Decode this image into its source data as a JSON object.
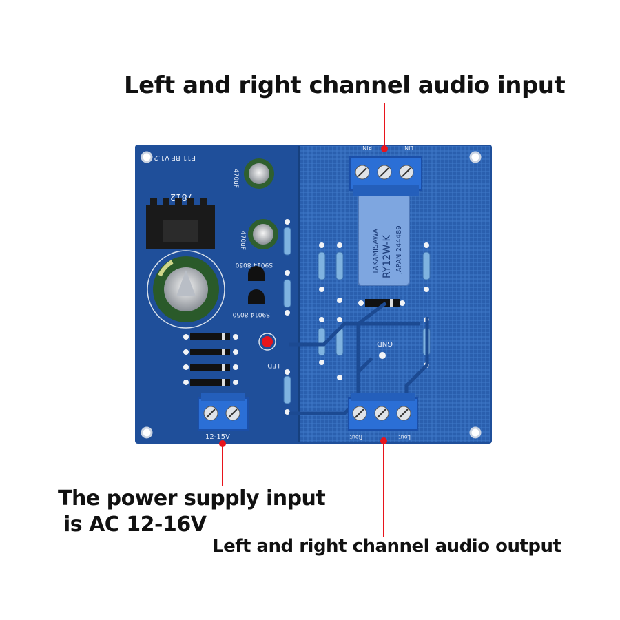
{
  "callouts": {
    "input": "Left and right channel audio input",
    "power_line1": "The power supply input",
    "power_line2": "is AC 12-16V",
    "output": "Left and right channel audio output"
  },
  "silkscreen": {
    "version": "E11 BF V1.2",
    "regulator": "7812",
    "cap_small": "470uF",
    "cap_mid": "470uF",
    "transistor1": "S9014 8050",
    "transistor2": "S9014 8050",
    "led": "LED",
    "gnd": "GND",
    "power_label": "12-15V",
    "in_left": "LIN",
    "in_right": "RIN",
    "out_left": "Lout",
    "out_right": "Rout",
    "relay_brand": "TAKAMISAWA",
    "relay_model": "RY12W-K",
    "relay_origin": "JAPAN 244489"
  },
  "colors": {
    "pcb": "#1f4f9a",
    "pcb_light": "#2a63b4",
    "terminal": "#2b6fd6",
    "marker": "#e8141c",
    "relay": "#7ea6e0"
  }
}
